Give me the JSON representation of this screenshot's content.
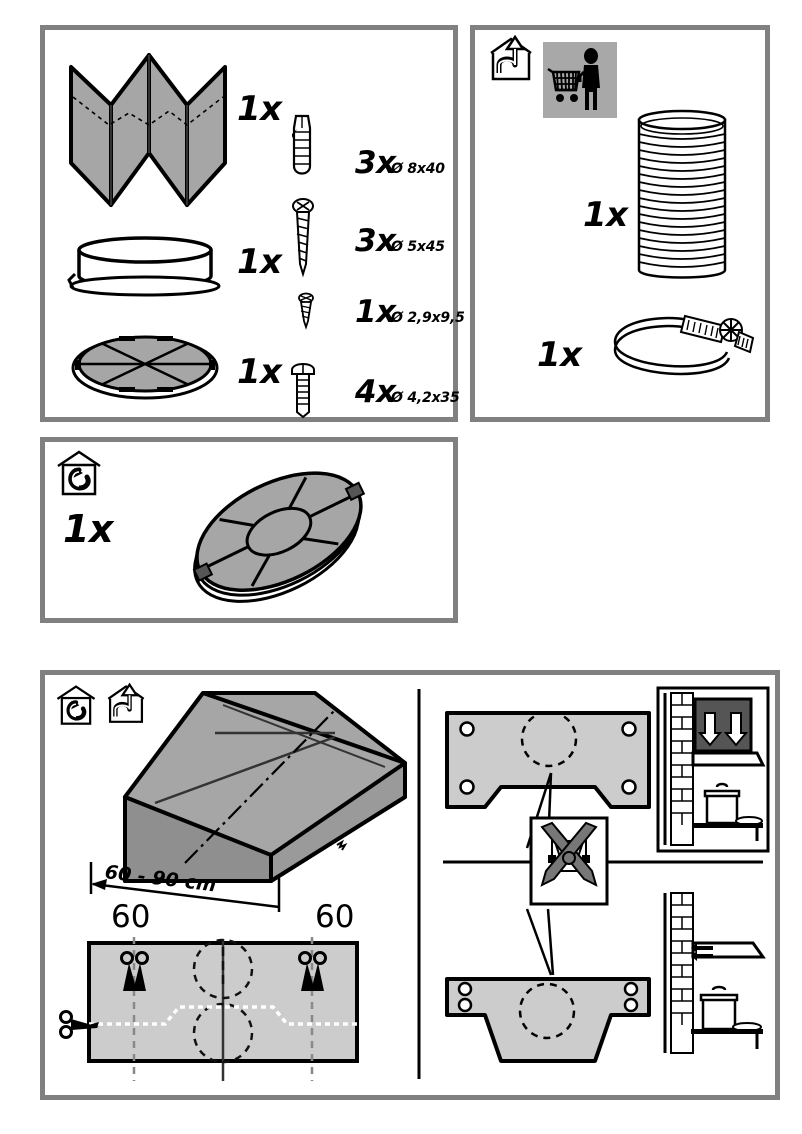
{
  "document": {
    "type": "cooker-hood-installation-manual",
    "page_kind": "parts-list-and-mounting-template"
  },
  "panels": {
    "parts_recirculation": {
      "name": "parts-panel-left",
      "items": [
        {
          "label": "1x",
          "part": "folded-chimney-cover-panel"
        },
        {
          "label": "1x",
          "part": "round-collar-ring"
        },
        {
          "label": "1x",
          "part": "spoked-round-grille"
        }
      ],
      "fasteners": [
        {
          "label": "3x",
          "spec": "Ø 8x40",
          "part": "wall-plug"
        },
        {
          "label": "3x",
          "spec": "Ø 5x45",
          "part": "wood-screw"
        },
        {
          "label": "1x",
          "spec": "Ø 2,9x9,5",
          "part": "small-screw"
        },
        {
          "label": "4x",
          "spec": "Ø 4,2x35",
          "part": "pan-head-screw"
        }
      ]
    },
    "parts_exhaust": {
      "name": "parts-panel-right",
      "mode_icon": "house-exhaust-arrow-icon",
      "purchase_icon": "shopping-cart-icon",
      "items": [
        {
          "label": "1x",
          "part": "flexible-duct-hose"
        },
        {
          "label": "1x",
          "part": "hose-clamp"
        }
      ]
    },
    "parts_filter": {
      "name": "parts-panel-recirculation-filter",
      "mode_icon": "house-recirculation-arrow-icon",
      "items": [
        {
          "label": "1x",
          "part": "charcoal-filter-disc"
        }
      ]
    },
    "install": {
      "name": "installation-panel",
      "mode_icons": [
        "house-recirculation-arrow-icon",
        "house-exhaust-arrow-icon"
      ],
      "hood_distance_label": "60 - 90 cm",
      "template_left_label": "60",
      "template_right_label": "60",
      "warning_icon": "no-pliers-crossed-out-icon",
      "cut_icon": "scissors-icon",
      "brackets": [
        {
          "name": "upper-mounting-bracket",
          "holes": 4
        },
        {
          "name": "lower-mounting-bracket",
          "holes": 4
        }
      ],
      "wall_views": [
        {
          "name": "wall-section-under-cabinet",
          "arrows": "down"
        },
        {
          "name": "wall-section-open-wall",
          "arrows": "left"
        }
      ]
    }
  },
  "colors": {
    "panel_border": "#808080",
    "part_gray": "#a6a6a6",
    "light_gray": "#cccccc",
    "dark_gray": "#595959",
    "outline": "#000000",
    "icon_gray": "#a8a8a8"
  }
}
